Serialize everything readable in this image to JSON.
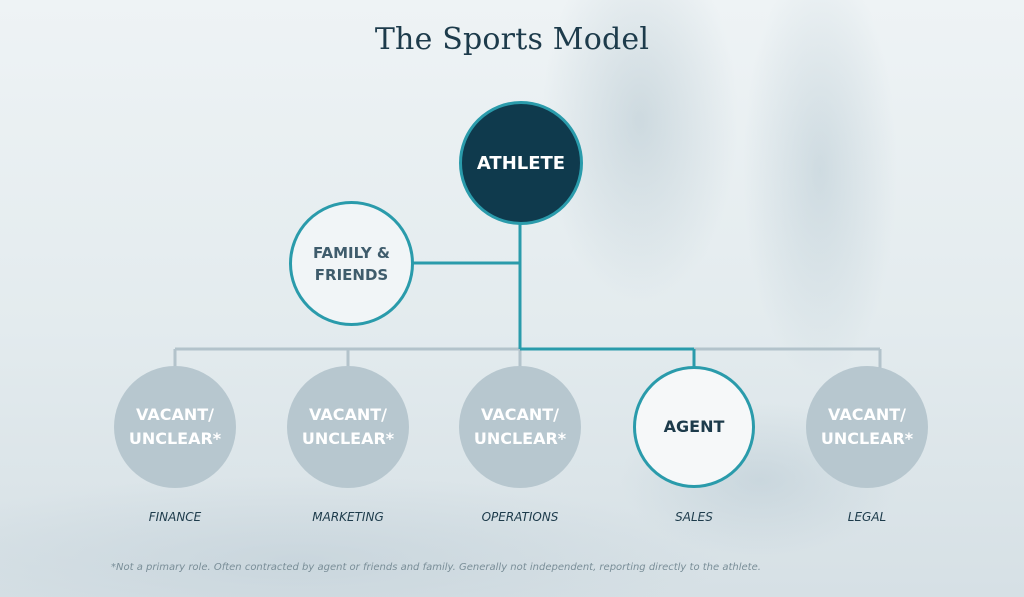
{
  "title": "The Sports Model",
  "top_node": "ATHLETE",
  "side_node": "FAMILY &\nFRIENDS",
  "roles": [
    {
      "node_text": "VACANT/\nUNCLEAR*",
      "label": "FINANCE"
    },
    {
      "node_text": "VACANT/\nUNCLEAR*",
      "label": "MARKETING"
    },
    {
      "node_text": "VACANT/\nUNCLEAR*",
      "label": "OPERATIONS"
    },
    {
      "node_text": "AGENT",
      "label": "SALES"
    },
    {
      "node_text": "VACANT/\nUNCLEAR*",
      "label": "LEGAL"
    }
  ],
  "footnote": "*Not a primary role. Often contracted by agent or friends and family. Generally not independent, reporting directly to the athlete.",
  "colors": {
    "dark_node": "#0f3a4d",
    "teal_line": "#2a9bab",
    "grey_line": "#b3c3cb",
    "vacant_node": "#b7c7cf",
    "title_text": "#1d3b4b"
  }
}
